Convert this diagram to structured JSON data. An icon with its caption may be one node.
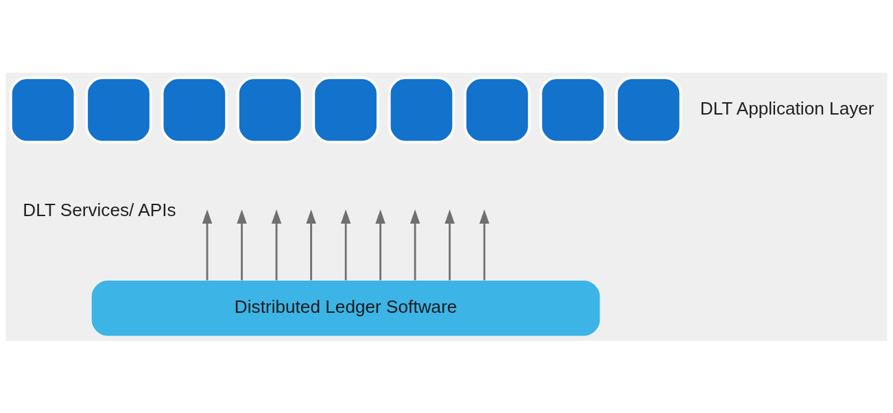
{
  "diagram": {
    "nodes": [
      {
        "text": [],
        "shape": "box"
      },
      {
        "text": [],
        "shape": "box"
      },
      {
        "text": [],
        "shape": "box"
      },
      {
        "text": [],
        "shape": "box"
      },
      {
        "text": [],
        "shape": "box"
      },
      {
        "text": [],
        "shape": "box"
      },
      {
        "text": [],
        "shape": "box"
      },
      {
        "text": [],
        "shape": "box"
      },
      {
        "text": [],
        "shape": "box"
      },
      {
        "text": [
          "Distributed Ledger Software"
        ]
      }
    ],
    "edges": [
      {
        "from": 9,
        "to": null,
        "arrow": "to"
      },
      {
        "from": 9,
        "to": null,
        "arrow": "to"
      },
      {
        "from": 9,
        "to": null,
        "arrow": "to"
      },
      {
        "from": 9,
        "to": null,
        "arrow": "to"
      },
      {
        "from": 9,
        "to": null,
        "arrow": "to"
      },
      {
        "from": 9,
        "to": null,
        "arrow": "to"
      },
      {
        "from": 9,
        "to": null,
        "arrow": "to"
      },
      {
        "from": 9,
        "to": null,
        "arrow": "to"
      },
      {
        "from": 9,
        "to": null,
        "arrow": "to"
      }
    ],
    "labels": [
      "DLT Application Layer",
      "DLT Services/ APIs"
    ]
  }
}
